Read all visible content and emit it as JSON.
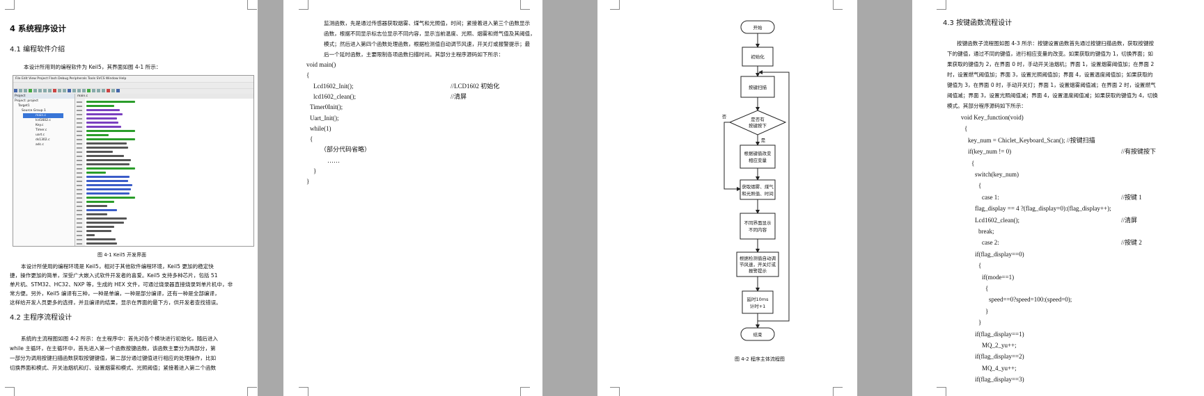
{
  "page1": {
    "heading": "4 系统程序设计",
    "sec41": "4.1 编程软件介绍",
    "intro": "本设计所用到的编程软件为 Keil5，其界面如图 4-1 所示：",
    "ide": {
      "menu": "File  Edit  View  Project  Flash  Debug  Peripherals  Tools  SVCS  Window  Help",
      "target": "Target 1",
      "tab": "main.c",
      "project_title": "Project",
      "tree": [
        "Project: project",
        "Target1",
        "Source Group 1",
        "main.c",
        "lcd1602.c",
        "Key.c",
        "Timer.c",
        "uart.c",
        "ds1302.c",
        "adc.c"
      ]
    },
    "caption": "图 4-1 Keil5 开发界面",
    "para1": [
      "本设计所使用的编程环境是 Keil5，相对于其他软件编程环境，Keil5 更加的稳定快",
      "捷，操作更加的简单，深受广大嵌入式软件开发者的喜爱。Keil5 支持多种芯片，包括 51",
      "单片机、STM32、HC32、NXP 等，生成的 HEX 文件，可通过烧录器直接烧录到单片机中，非",
      "常方便。另外，Keil5 编译有三种，一种是单编，一种是部分编译，还有一种是全部编译，",
      "这样给开发人员更多的选择，并且编译的结果，显示在界面的最下方，供开发者查找错误。"
    ],
    "sec42": "4.2 主程序流程设计",
    "para2": [
      "系统的主流程图如图 4-2 所示：在主程序中：首先对各个模块进行初始化，随后进入",
      "while 主循环，在主循环中，首先进入第一个函数按键函数，该函数主要分为两部分，第",
      "一部分为调用按键扫描函数获取按键键值，第二部分通过键值进行相应的处理操作，比如",
      "切换界面和模式、开关油烟机和灯、设置烟雾和模式、光照阈值；紧接着进入第二个函数"
    ]
  },
  "page2": {
    "para": [
      "监测函数，先是通过传感器获取烟雾、煤气和光照值，时间；紧接着进入第三个函数显示",
      "函数，根据不同显示标志位显示不同内容，显示当前温度、光照、烟雾和燃气值及其阈值，",
      "模式；然后进入第四个函数处理函数，根据检测值自动调节风速，开关灯或报警提示；最",
      "后一个延时函数，主要限制各项函数扫描时间。其部分主程序源码如下所示："
    ],
    "code": [
      {
        "text": "void main()",
        "indent": 0
      },
      {
        "text": "{",
        "indent": 0
      },
      {
        "text": "Lcd1602_Init();",
        "indent": 1,
        "comment": "//LCD1602 初始化"
      },
      {
        "text": "lcd1602_clean();",
        "indent": 1,
        "comment": "//清屏"
      },
      {
        "text": "Timer0Init();",
        "indent": 0.5
      },
      {
        "text": "Uart_Init();",
        "indent": 0.5
      },
      {
        "text": "while(1)",
        "indent": 0.5
      },
      {
        "text": "{",
        "indent": 0.5
      },
      {
        "text": "（部分代码省略）",
        "indent": 2
      },
      {
        "text": "……",
        "indent": 3
      },
      {
        "text": "}",
        "indent": 1
      },
      {
        "text": "}",
        "indent": 0
      }
    ]
  },
  "page3": {
    "flow": {
      "start": "开始",
      "init": "初始化",
      "scan": "按键扫描",
      "decision": [
        "是否有",
        "按键按下"
      ],
      "no": "否",
      "yes": "是",
      "process": [
        "根据键值改变",
        "相应变量"
      ],
      "read": [
        "获取烟雾、煤气",
        "和光照值、时间"
      ],
      "display": [
        "不同界面显示",
        "不同内容"
      ],
      "auto": [
        "根据检测值自动调",
        "节风速，开关灯或",
        "报警提示"
      ],
      "delay": [
        "延时10ms",
        "计时+1"
      ],
      "end": "结束"
    },
    "caption": "图 4-2  程序主体流程图"
  },
  "page4": {
    "sec43": "4.3 按键函数流程设计",
    "para": [
      "按键函数子流程图如图 4-3 所示：按键设置函数首先通过按键扫描函数，获取按键按",
      "下的键值，通过不同的键值，进行相应变量的改变。如果获取的键值为 1，切换界面；如",
      "果获取的键值为 2，在界面 0 时，手动开关油烟机；界面 1，设置烟雾阈值加；在界面 2",
      "时，设置燃气阈值加；界面 3，设置光照阈值加；界面 4，设置温度阈值加；如果获取的",
      "键值为 3，在界面 0 时，手动开关灯；界面 1，设置烟雾阈值减；在界面 2 时，设置燃气",
      "阈值减；界面 3，设置光照阈值减；界面 4，设置温度阈值减；如果获取的键值为 4，切换",
      "模式。其部分程序源码如下所示："
    ],
    "code": [
      {
        "text": "void Key_function(void)",
        "indent": 0
      },
      {
        "text": "{",
        "indent": 0.5
      },
      {
        "text": "key_num = Chiclet_Keyboard_Scan(); //按键扫描",
        "indent": 1
      },
      {
        "text": "if(key_num != 0)",
        "indent": 1,
        "comment": "//有按键按下"
      },
      {
        "text": "{",
        "indent": 1.5
      },
      {
        "text": "switch(key_num)",
        "indent": 2
      },
      {
        "text": "{",
        "indent": 2.5
      },
      {
        "text": "case 1:",
        "indent": 3,
        "comment": "//按键 1"
      },
      {
        "text": "flag_display == 4 ?(flag_display=0):(flag_display++);",
        "indent": 2
      },
      {
        "text": "Lcd1602_clean();",
        "indent": 2,
        "comment": "//清屏"
      },
      {
        "text": "break;",
        "indent": 2.5
      },
      {
        "text": "case 2:",
        "indent": 3,
        "comment": "//按键 2"
      },
      {
        "text": "if(flag_display==0)",
        "indent": 2
      },
      {
        "text": "{",
        "indent": 2.5
      },
      {
        "text": "if(mode==1)",
        "indent": 3
      },
      {
        "text": "{",
        "indent": 3.5
      },
      {
        "text": "speed==0?speed=100:(speed=0);",
        "indent": 4
      },
      {
        "text": "}",
        "indent": 3.5
      },
      {
        "text": "}",
        "indent": 2.5
      },
      {
        "text": "if(flag_display==1)",
        "indent": 2
      },
      {
        "text": "MQ_2_yu++;",
        "indent": 3
      },
      {
        "text": "if(flag_display==2)",
        "indent": 2
      },
      {
        "text": "MQ_4_yu++;",
        "indent": 3
      },
      {
        "text": "if(flag_display==3)",
        "indent": 2
      }
    ]
  },
  "colors": {
    "page": "#ffffff",
    "background": "#a9a9a9",
    "decision_highlight": "#3875d7"
  }
}
